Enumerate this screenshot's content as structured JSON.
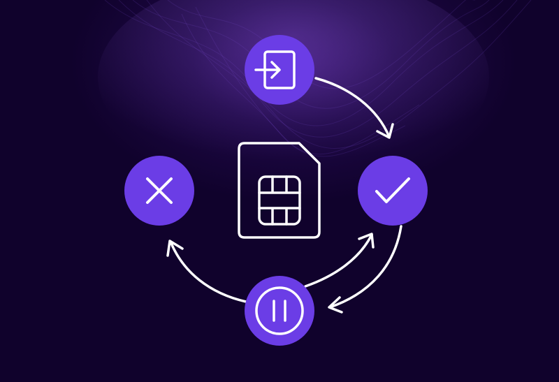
{
  "colors": {
    "background": "#10022c",
    "glow": "#3a1670",
    "node_fill": "#6b3de6",
    "stroke": "#ffffff"
  },
  "nodes": [
    {
      "id": "activate",
      "icon": "sign-in-icon"
    },
    {
      "id": "active",
      "icon": "checkmark-icon"
    },
    {
      "id": "suspended",
      "icon": "pause-icon"
    },
    {
      "id": "deactivated",
      "icon": "close-icon"
    }
  ],
  "center_icon": "sim-card-icon",
  "edges": [
    {
      "from": "activate",
      "to": "active"
    },
    {
      "from": "active",
      "to": "suspended"
    },
    {
      "from": "suspended",
      "to": "active"
    },
    {
      "from": "suspended",
      "to": "deactivated"
    }
  ]
}
